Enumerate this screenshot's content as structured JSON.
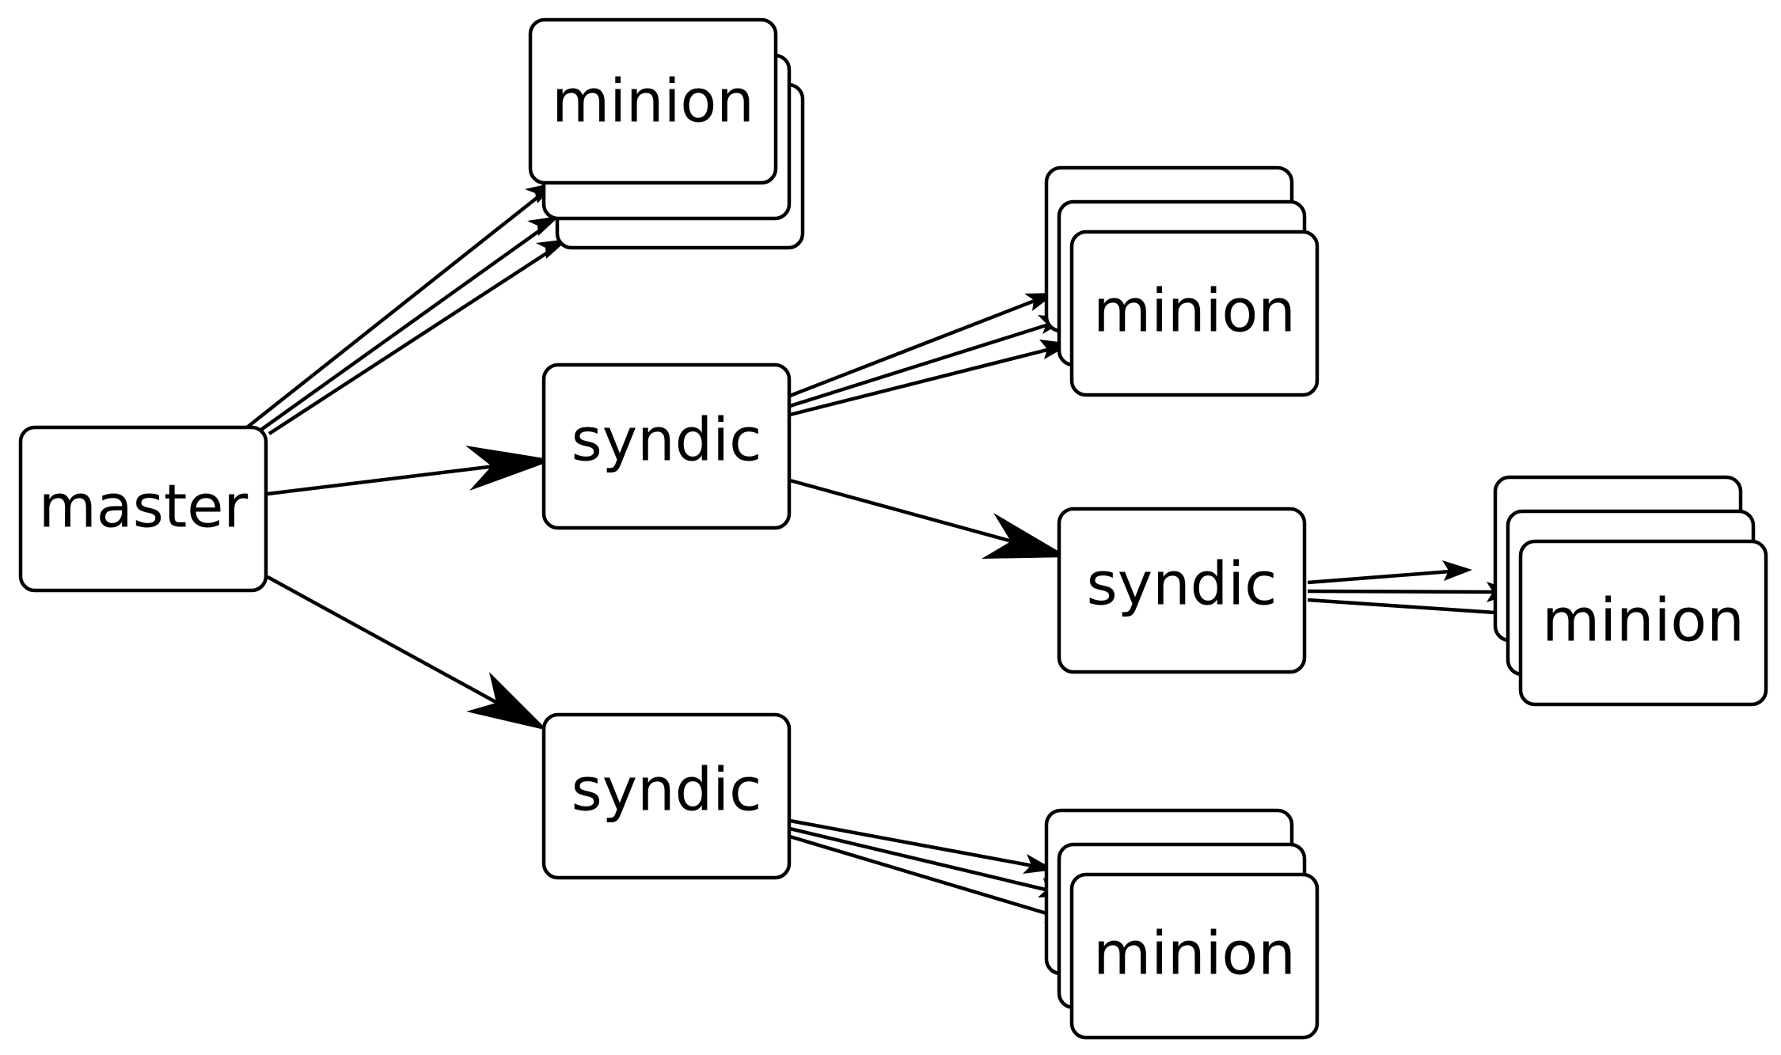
{
  "diagram": {
    "nodes": {
      "master": {
        "label": "master"
      },
      "syndic_top": {
        "label": "syndic"
      },
      "syndic_bottom": {
        "label": "syndic"
      },
      "syndic_nested": {
        "label": "syndic"
      },
      "minions_master": {
        "label": "minion"
      },
      "minions_syndic_top": {
        "label": "minion"
      },
      "minions_syndic_nested": {
        "label": "minion"
      },
      "minions_syndic_bottom": {
        "label": "minion"
      }
    },
    "edges": [
      {
        "from": "master",
        "to": "minions_master",
        "count": 3
      },
      {
        "from": "master",
        "to": "syndic_top",
        "count": 1
      },
      {
        "from": "master",
        "to": "syndic_bottom",
        "count": 1
      },
      {
        "from": "syndic_top",
        "to": "minions_syndic_top",
        "count": 3
      },
      {
        "from": "syndic_top",
        "to": "syndic_nested",
        "count": 1
      },
      {
        "from": "syndic_nested",
        "to": "minions_syndic_nested",
        "count": 3
      },
      {
        "from": "syndic_bottom",
        "to": "minions_syndic_bottom",
        "count": 3
      }
    ],
    "colors": {
      "stroke": "#000000",
      "fill": "#ffffff",
      "text": "#000000"
    }
  }
}
